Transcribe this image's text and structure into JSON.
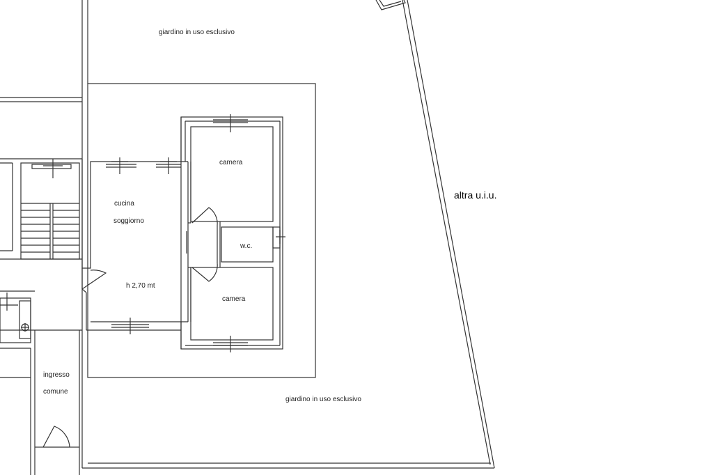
{
  "labels": {
    "garden_top": "giardino in uso esclusivo",
    "garden_bottom": "giardino in uso esclusivo",
    "other_unit": "altra u.i.u.",
    "bedroom_top": "camera",
    "bedroom_bottom": "camera",
    "kitchen": "cucina",
    "living": "soggiorno",
    "height": "h 2,70 mt",
    "wc": "w.c.",
    "entrance_line1": "ingresso",
    "entrance_line2": "comune"
  },
  "colors": {
    "line": "#333333",
    "background": "#ffffff"
  }
}
